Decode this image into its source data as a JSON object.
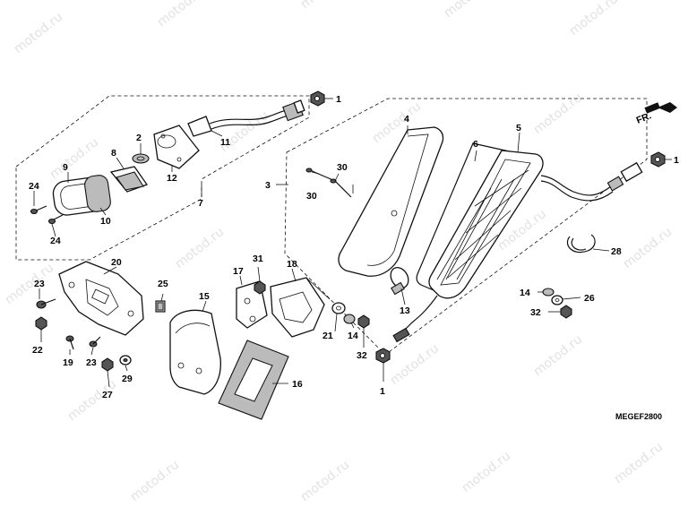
{
  "diagram_code": "MEGEF2800",
  "front_indicator": "FR.",
  "watermark": "motod.ru",
  "callouts": {
    "c1a": "1",
    "c1b": "1",
    "c1c": "1",
    "c2": "2",
    "c3": "3",
    "c4": "4",
    "c5": "5",
    "c6": "6",
    "c7": "7",
    "c8": "8",
    "c9": "9",
    "c10": "10",
    "c11": "11",
    "c12": "12",
    "c13": "13",
    "c14a": "14",
    "c14b": "14",
    "c15": "15",
    "c16": "16",
    "c17": "17",
    "c18": "18",
    "c19": "19",
    "c20": "20",
    "c21": "21",
    "c22": "22",
    "c23a": "23",
    "c23b": "23",
    "c24a": "24",
    "c24b": "24",
    "c25": "25",
    "c26": "26",
    "c27": "27",
    "c28": "28",
    "c29": "29",
    "c30a": "30",
    "c30b": "30",
    "c31": "31",
    "c32a": "32",
    "c32b": "32"
  }
}
